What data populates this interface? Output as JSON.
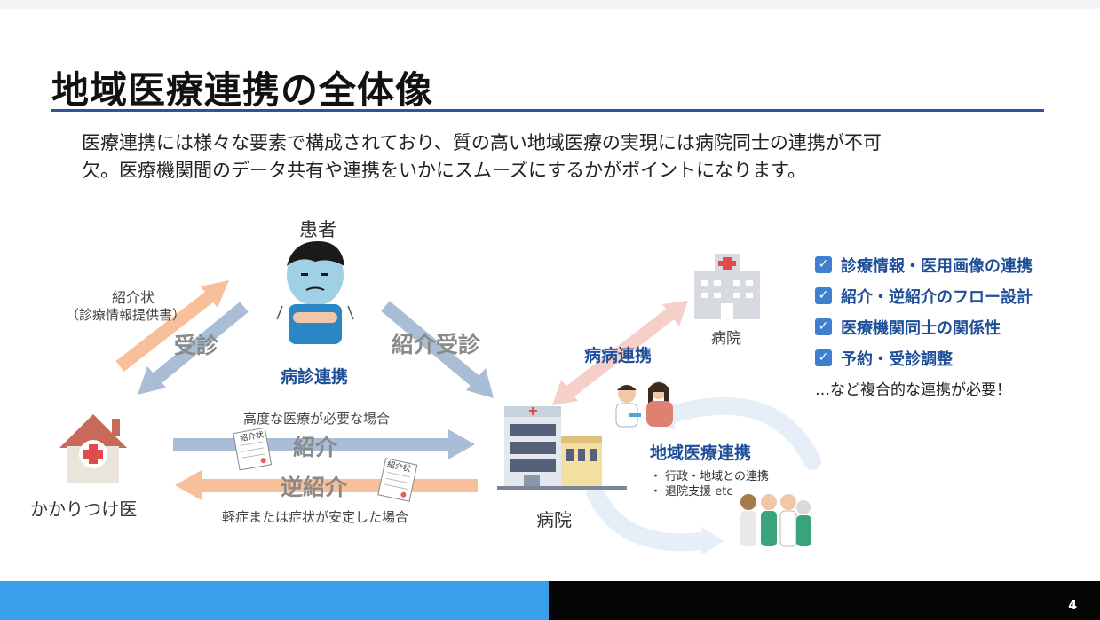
{
  "slide": {
    "title": "地域医療連携の全体像",
    "lead_line1": "医療連携には様々な要素で構成されており、質の高い地域医療の実現には病院同士の連携が不可",
    "lead_line2": "欠。医療機関間のデータ共有や連携をいかにスムーズにするかがポイントになります。",
    "page_number": "4"
  },
  "diagram": {
    "patient_label": "患者",
    "referral_letter_label": "紹介状",
    "referral_letter_sub": "（診療情報提供書）",
    "visit_label": "受診",
    "referral_visit_label": "紹介受診",
    "clinic_patient_link": "病診連携",
    "hospital_hospital_link": "病病連携",
    "hospital_top_label": "病院",
    "hospital_main_label": "病院",
    "clinic_label": "かかりつけ医",
    "refer_condition": "高度な医療が必要な場合",
    "refer_label": "紹介",
    "reverse_refer_label": "逆紹介",
    "reverse_condition": "軽症または症状が安定した場合",
    "doc_stamp": "紹介状",
    "regional_title": "地域医療連携",
    "regional_items": [
      "・ 行政・地域との連携",
      "・ 退院支援 etc"
    ]
  },
  "checklist": {
    "items": [
      "診療情報・医用画像の連携",
      "紹介・逆紹介のフロー設計",
      "医療機関同士の関係性",
      "予約・受診調整"
    ],
    "check_mark": "✓",
    "note": "…など複合的な連携が必要！"
  },
  "colors": {
    "accent_blue": "#1f4e99",
    "arrow_blue": "#a9bdd6",
    "arrow_orange": "#f7c09a",
    "footer_blue": "#3aa0ea",
    "footer_black": "#050505"
  }
}
